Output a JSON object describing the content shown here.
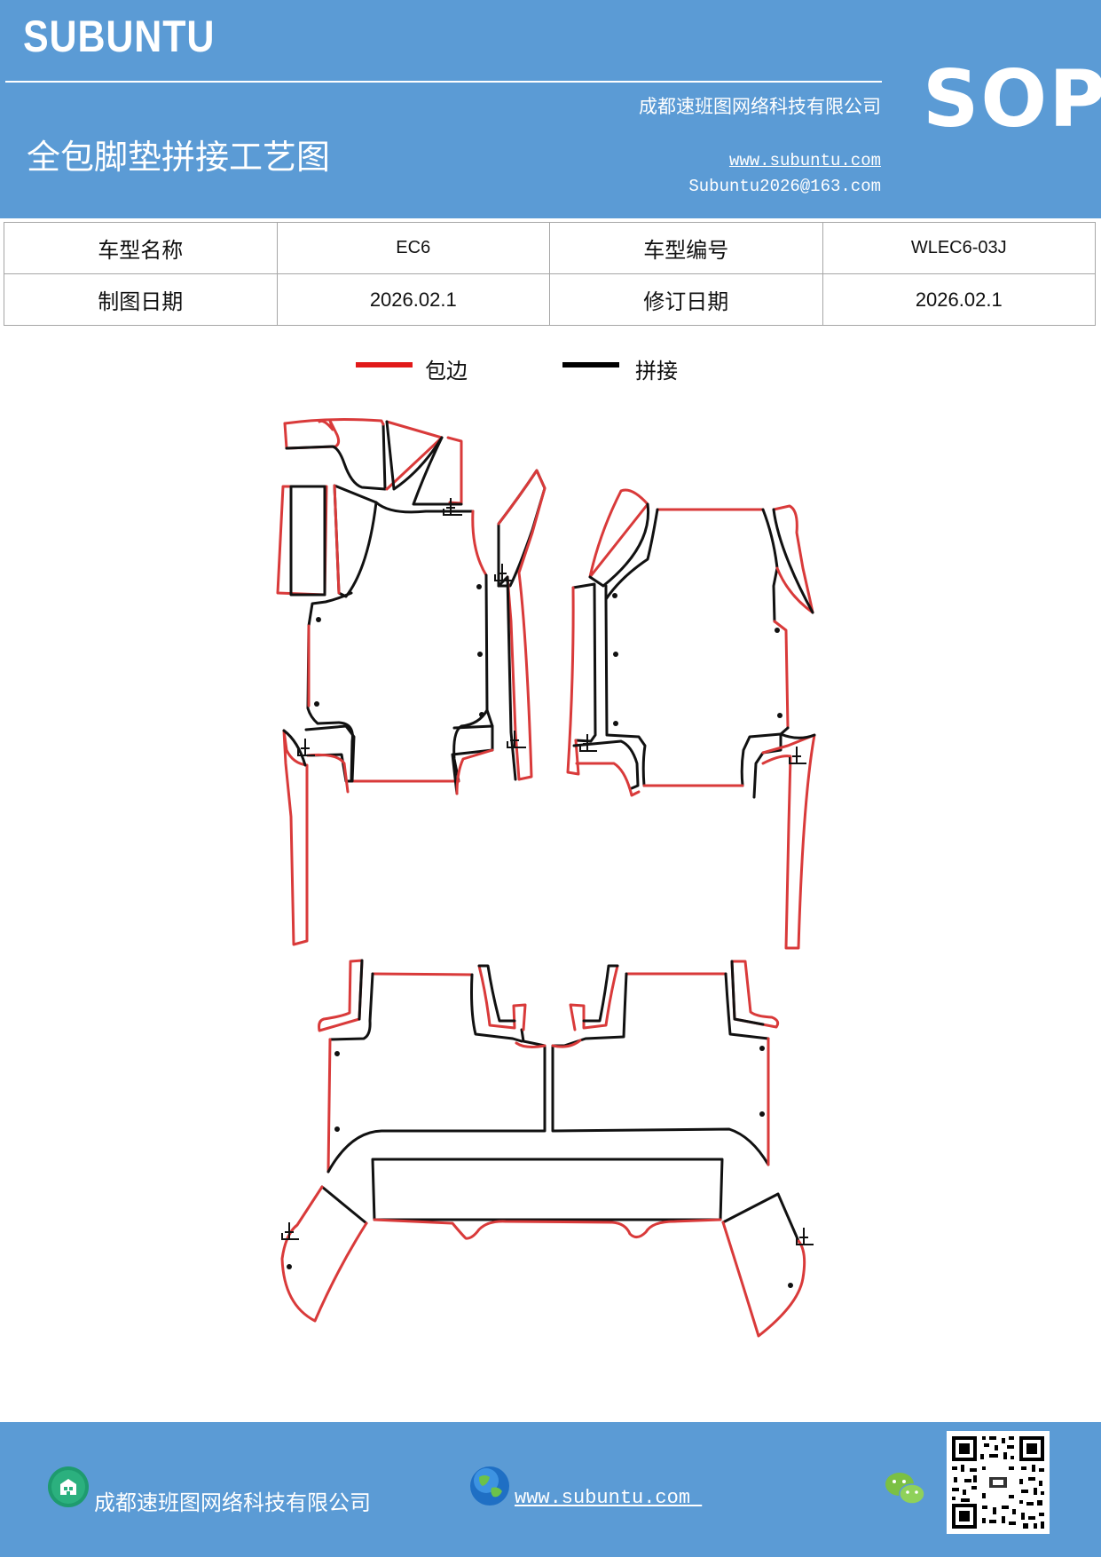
{
  "header": {
    "brand": "SUBUNTU",
    "company": "成都速班图网络科技有限公司",
    "title": "全包脚垫拼接工艺图",
    "website": "www.subuntu.com",
    "email": "Subuntu2026@163.com",
    "badge": "SOP"
  },
  "info_table": {
    "row1": {
      "label1": "车型名称",
      "value1": "EC6",
      "label2": "车型编号",
      "value2": "WLEC6-03J"
    },
    "row2": {
      "label1": "制图日期",
      "value1": "2026.02.1",
      "label2": "修订日期",
      "value2": "2026.02.1"
    }
  },
  "legend": {
    "edge": {
      "label": "包边",
      "color": "#e11919"
    },
    "seam": {
      "label": "拼接",
      "color": "#000000"
    }
  },
  "footer": {
    "company": "成都速班图网络科技有限公司",
    "website": "www.subuntu.com ",
    "icons": [
      "building-icon",
      "globe-icon",
      "wechat-icon",
      "qr-code"
    ]
  }
}
